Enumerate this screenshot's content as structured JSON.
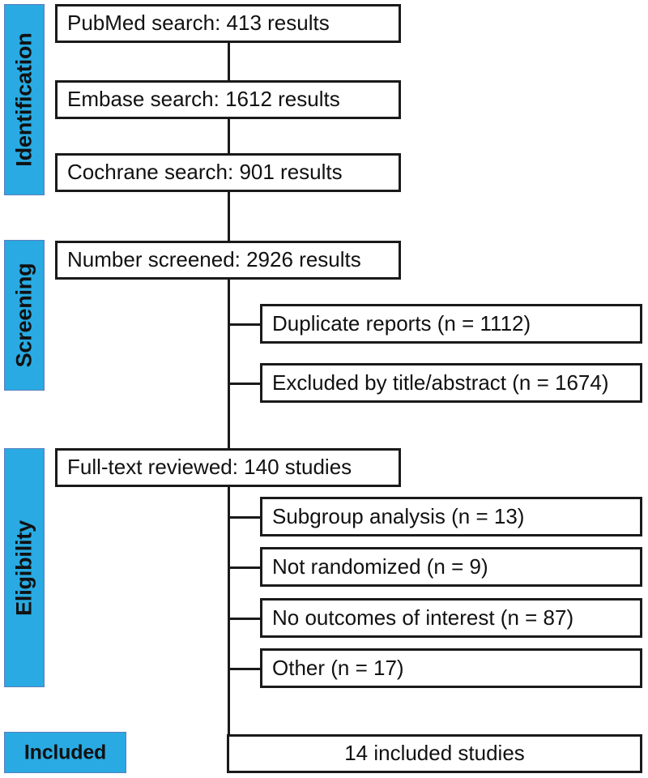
{
  "figure": {
    "type": "prisma-flow-diagram",
    "accent_color": "#29aae2",
    "line_color": "#1a1a1a",
    "background": "#ffffff"
  },
  "stages": [
    {
      "id": "identification",
      "label": "Identification",
      "orientation": "vertical"
    },
    {
      "id": "screening",
      "label": "Screening",
      "orientation": "vertical"
    },
    {
      "id": "eligibility",
      "label": "Eligibility",
      "orientation": "vertical"
    },
    {
      "id": "included",
      "label": "Included",
      "orientation": "horizontal"
    }
  ],
  "main_flow": [
    {
      "id": "pubmed",
      "text": "PubMed search: 413 results",
      "source": "PubMed",
      "count": 413,
      "unit": "results"
    },
    {
      "id": "embase",
      "text": "Embase search: 1612 results",
      "source": "Embase",
      "count": 1612,
      "unit": "results"
    },
    {
      "id": "cochrane",
      "text": "Cochrane search: 901 results",
      "source": "Cochrane",
      "count": 901,
      "unit": "results"
    },
    {
      "id": "screened",
      "text": "Number screened: 2926 results",
      "count": 2926,
      "unit": "results"
    },
    {
      "id": "fulltext",
      "text": "Full-text reviewed: 140 studies",
      "count": 140,
      "unit": "studies"
    },
    {
      "id": "included-total",
      "text": "14 included studies",
      "count": 14,
      "unit": "studies"
    }
  ],
  "exclusions_screening": [
    {
      "id": "duplicates",
      "text": "Duplicate reports (n = 1112)",
      "reason": "Duplicate reports",
      "n": 1112
    },
    {
      "id": "title-abstract",
      "text": "Excluded by title/abstract (n = 1674)",
      "reason": "Excluded by title/abstract",
      "n": 1674
    }
  ],
  "exclusions_eligibility": [
    {
      "id": "subgroup",
      "text": "Subgroup analysis (n = 13)",
      "reason": "Subgroup analysis",
      "n": 13
    },
    {
      "id": "not-randomized",
      "text": "Not randomized (n = 9)",
      "reason": "Not randomized",
      "n": 9
    },
    {
      "id": "no-outcomes",
      "text": "No outcomes of interest (n = 87)",
      "reason": "No outcomes of interest",
      "n": 87
    },
    {
      "id": "other",
      "text": "Other (n = 17)",
      "reason": "Other",
      "n": 17
    }
  ]
}
